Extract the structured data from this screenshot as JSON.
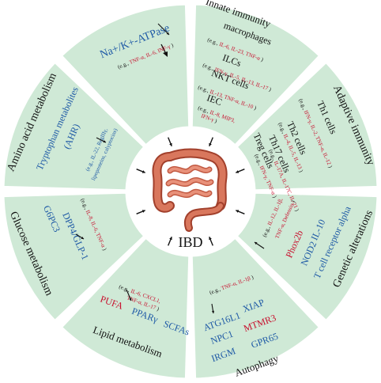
{
  "colors": {
    "sector_fill": "#cfe9d6",
    "ring_bg": "#ffffff",
    "center_fill": "#ffffff",
    "black": "#111111",
    "blue": "#1f5aa6",
    "red": "#c8102e"
  },
  "center": {
    "label": "IBD",
    "icon": "intestine-icon"
  },
  "sectors": {
    "atpase": {
      "title": "Na+/K+-ATPase",
      "eg": "(e.g.,",
      "cytokines": "TNF-α, IL-6, INF-γ",
      "close": ")"
    },
    "innate": {
      "title": "Innate immunity",
      "macrophages": "macrophages",
      "mac_eg": "(e.g.,",
      "mac_cyt": "IL-6, IL-23, TNF-α",
      "mac_close": ")",
      "ilcs": "ILCs",
      "ilc_eg": "(e.g.,",
      "ilc_cyt": "IFN-γ, IL-5, IL-13, IL-17",
      "ilc_close": ")",
      "nkt": "NKT cells",
      "nkt_eg": "(e.g.,",
      "nkt_cyt": "IL-13, TNF-α, IL-10",
      "nkt_close": ")",
      "iec": "IEC",
      "iec_eg": "(e.g.,",
      "iec_cyt1": "IL-8, MIP3,",
      "iec_cyt2": "IFN-γ",
      "iec_close": ")"
    },
    "adaptive": {
      "title": "Adaptive immunity",
      "th1": "Th1 cells",
      "th1_eg": "(e.g.,",
      "th1_cyt": "IFN-γ, IL-2, TNF-α, IL-12",
      "th1_close": ")",
      "th2": "Th2 cells",
      "th2_eg": "(e.g.,",
      "th2_cyt": "IL-4, IL-5, IL-13",
      "th2_close": ")",
      "th17": "Th17 cells",
      "th17_eg": "(e.g.,",
      "th17_cyt": "IL-17A, IL-17C, IL-21",
      "th17_close": ")",
      "treg": "Treg cells",
      "treg_eg": "(e.g.,",
      "treg_cyt": "IFN-γ, TNF-α",
      "treg_close": ")"
    },
    "genetic": {
      "title": "Genetic alterations",
      "eg": "(e.g.,",
      "cyt1": "IL-12, IL-1β,",
      "cyt2": "TNF-α, Defensin",
      "close": ")",
      "genes_red": [
        "Phox2b"
      ],
      "genes_blue": [
        "NOD2",
        "IL-10",
        "T cell receptor alpha"
      ]
    },
    "autophagy": {
      "title": "Autophagy",
      "eg": "(e.g.,",
      "cyt": "TNF-α, IL-1β",
      "close": ")",
      "genes_blue": [
        "ATG16L1",
        "XIAP",
        "NPC1",
        "IRGM",
        "GPR65"
      ],
      "genes_red": [
        "MTMR3"
      ]
    },
    "lipid": {
      "title": "Lipid metabolism",
      "eg": "(e.g.,",
      "cyt1": "IL-6, CXCL1,",
      "cyt2": "TNF-α, IL-17",
      "close": ")",
      "items_red": [
        "PUFA"
      ],
      "items_blue": [
        "PPARγ",
        "SCFAs"
      ]
    },
    "glucose": {
      "title": "Glucose metabolism",
      "eg": "(e.g.,",
      "cyt": "IL-8, IL-6, TNF-α",
      "close": ")",
      "items_blue": [
        "G6PC3",
        "DPP4/GLP-1"
      ]
    },
    "amino": {
      "title": "Amino acid metabolism",
      "sub1": "Tryptophan metabolites",
      "sub2": "(AHR)",
      "eg": "(e.g., IL-22, RegIIIγ,",
      "eg2": "lipoproteins, calyptocins)"
    }
  }
}
